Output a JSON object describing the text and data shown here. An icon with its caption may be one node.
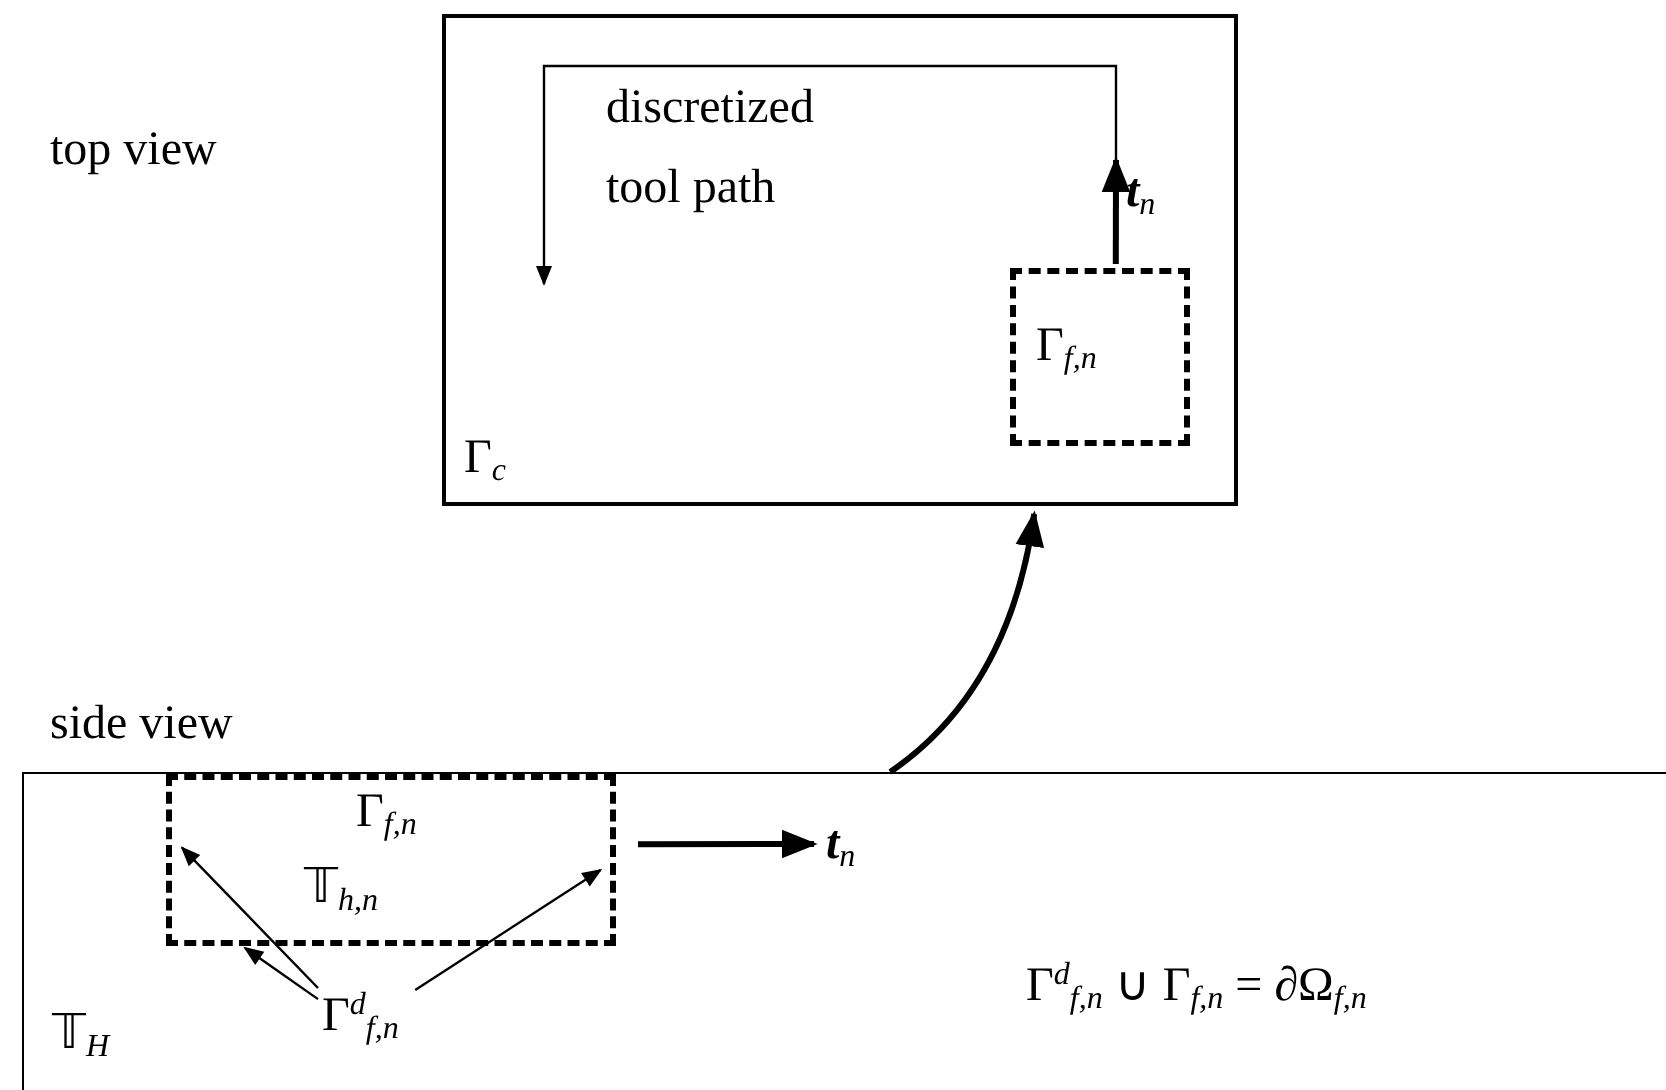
{
  "diagram": {
    "nodes": [
      {
        "text": [
          "Γ$_{c}$"
        ]
      },
      {
        "text": [
          "Γ$_{f,n}$"
        ],
        "in": 0
      },
      {
        "text": [
          "𝕋$_{H}$"
        ]
      },
      {
        "text": [
          "Γ$_{f,n}$",
          "𝕋$_{h,n}$"
        ],
        "in": 2
      },
      {
        "text": [
          "Γ$^{d}$$_{f,n}$"
        ],
        "in": 2
      }
    ],
    "edges": [
      {
        "from": 1,
        "to": null,
        "arrow": "to",
        "label": "**t**$_{n}$",
        "style": "thick"
      },
      {
        "from": 4,
        "to": 3,
        "arrow": "to"
      },
      {
        "from": 4,
        "to": 3,
        "arrow": "to"
      },
      {
        "from": 4,
        "to": 3,
        "arrow": "to"
      },
      {
        "from": 3,
        "to": null,
        "arrow": "to",
        "label": "**t**$_{n}$",
        "style": "thick"
      },
      {
        "from": 2,
        "to": 0,
        "arrow": "to",
        "style": "thick"
      }
    ],
    "labels": [
      "top view",
      "discretized tool path",
      "side view",
      "Γ$^{d}$$_{f,n}$ ∪ Γ$_{f,n}$ = ∂Ω$_{f,n}$"
    ]
  }
}
